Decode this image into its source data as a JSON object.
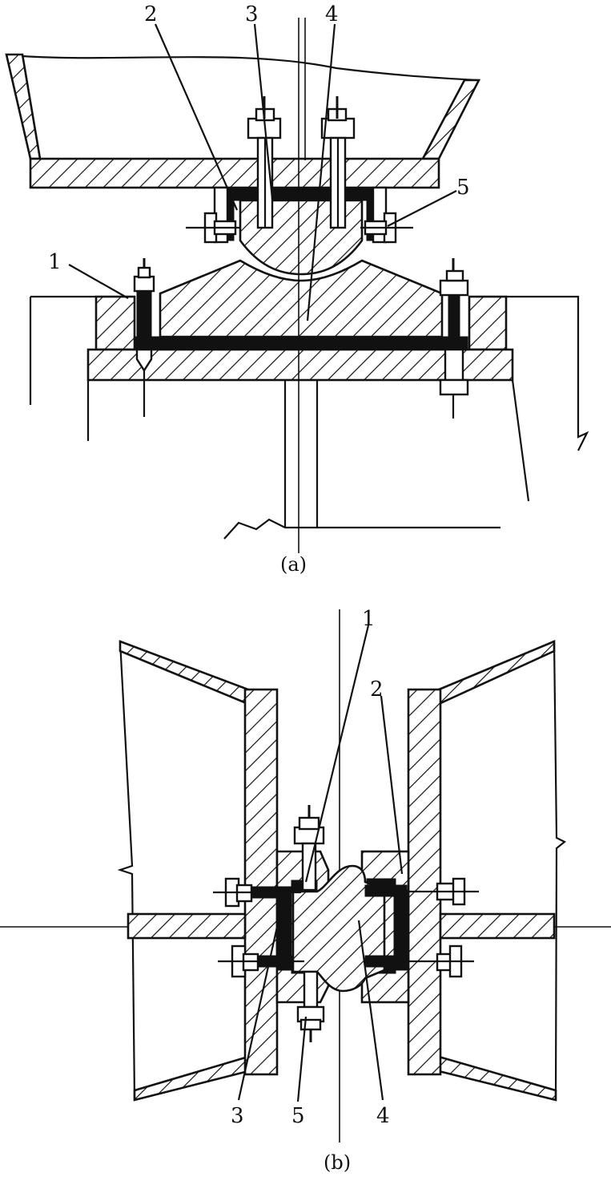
{
  "figure_a": {
    "caption": "(a)",
    "labels": {
      "l1": "1",
      "l2": "2",
      "l3": "3",
      "l4": "4",
      "l5": "5"
    }
  },
  "figure_b": {
    "caption": "(b)",
    "labels": {
      "l1": "1",
      "l2": "2",
      "l3": "3",
      "l4": "4",
      "l5": "5"
    }
  }
}
